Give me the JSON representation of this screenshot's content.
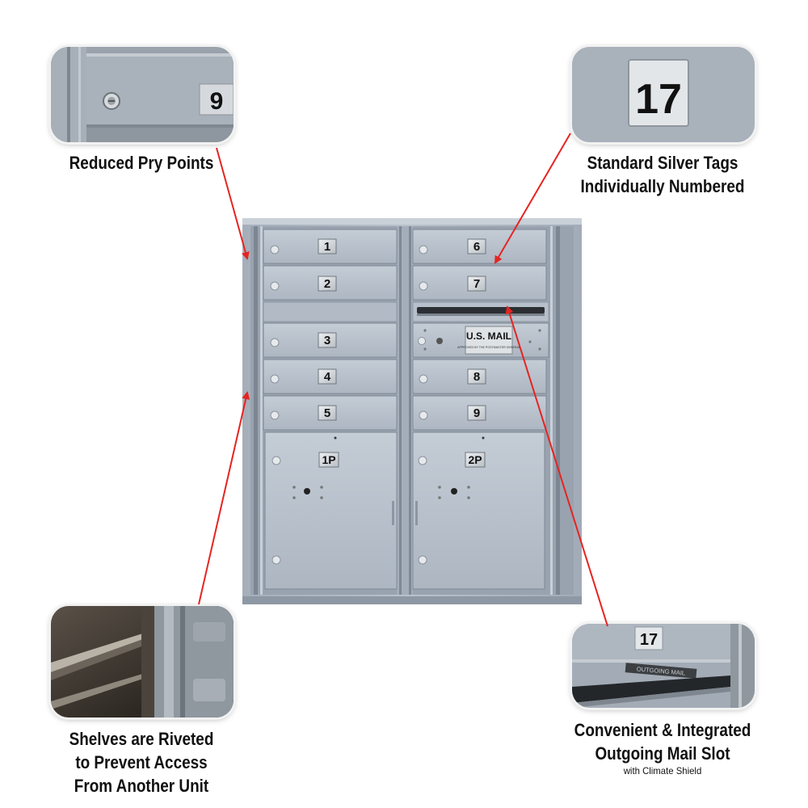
{
  "features": {
    "pry_points": {
      "label": "Reduced Pry Points",
      "tag_number": "9"
    },
    "silver_tags": {
      "line1": "Standard Silver Tags",
      "line2": "Individually Numbered",
      "tag_number": "17"
    },
    "shelves": {
      "line1": "Shelves are Riveted",
      "line2": "to Prevent Access",
      "line3": "From Another Unit"
    },
    "outgoing_slot": {
      "line1": "Convenient & Integrated",
      "line2": "Outgoing Mail Slot",
      "note": "with Climate Shield",
      "tag_number": "17",
      "slot_label": "OUTGOING MAIL"
    }
  },
  "mailbox": {
    "left_doors": [
      "1",
      "2",
      "3",
      "4",
      "5"
    ],
    "right_doors": [
      "6",
      "7",
      "8",
      "9"
    ],
    "parcel_lockers": [
      "1P",
      "2P"
    ],
    "usps_panel": {
      "title": "U.S. MAIL",
      "small_text": "APPROVED BY THE POSTMASTER GENERAL"
    }
  },
  "colors": {
    "arrow": "#e52421",
    "aluminum": "#aab3bf",
    "door": "#b7c0cb",
    "tag": "#d9dde2"
  }
}
